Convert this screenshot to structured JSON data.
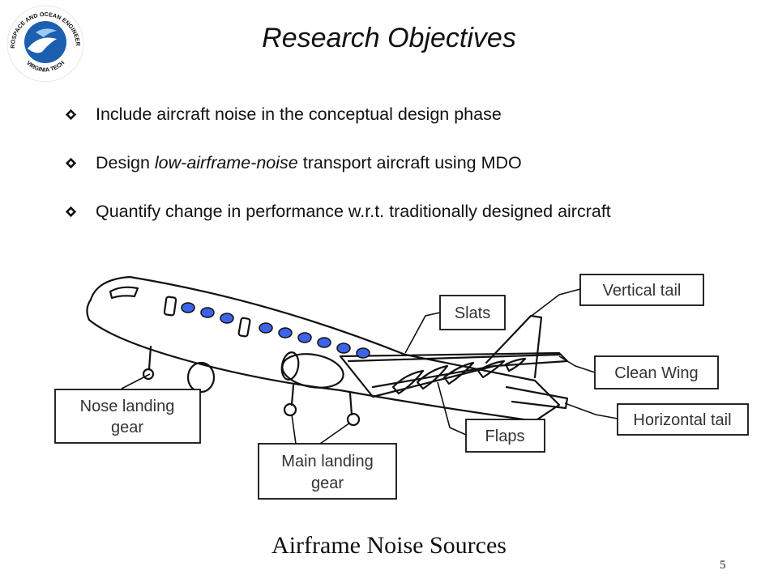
{
  "logo": {
    "text_top": "AEROSPACE AND OCEAN ENGINEERING",
    "text_bottom": "VIRGINIA TECH"
  },
  "title": "Research Objectives",
  "bullets": [
    {
      "pre": "Include aircraft noise in the conceptual design phase",
      "em": "",
      "post": ""
    },
    {
      "pre": "Design ",
      "em": "low-airframe-noise",
      "post": " transport aircraft using MDO"
    },
    {
      "pre": "Quantify change in performance w.r.t. traditionally designed aircraft",
      "em": "",
      "post": ""
    }
  ],
  "diagram": {
    "labels": {
      "slats": "Slats",
      "vertical_tail": "Vertical tail",
      "clean_wing": "Clean Wing",
      "horizontal_tail": "Horizontal tail",
      "flaps": "Flaps",
      "nose_gear_line1": "Nose landing",
      "nose_gear_line2": "gear",
      "main_gear_line1": "Main landing",
      "main_gear_line2": "gear"
    }
  },
  "caption": "Airframe Noise Sources",
  "page_number": "5",
  "colors": {
    "logo_blue": "#1c5fb0",
    "window_blue": "#3b64e8",
    "label_text": "#333333"
  }
}
